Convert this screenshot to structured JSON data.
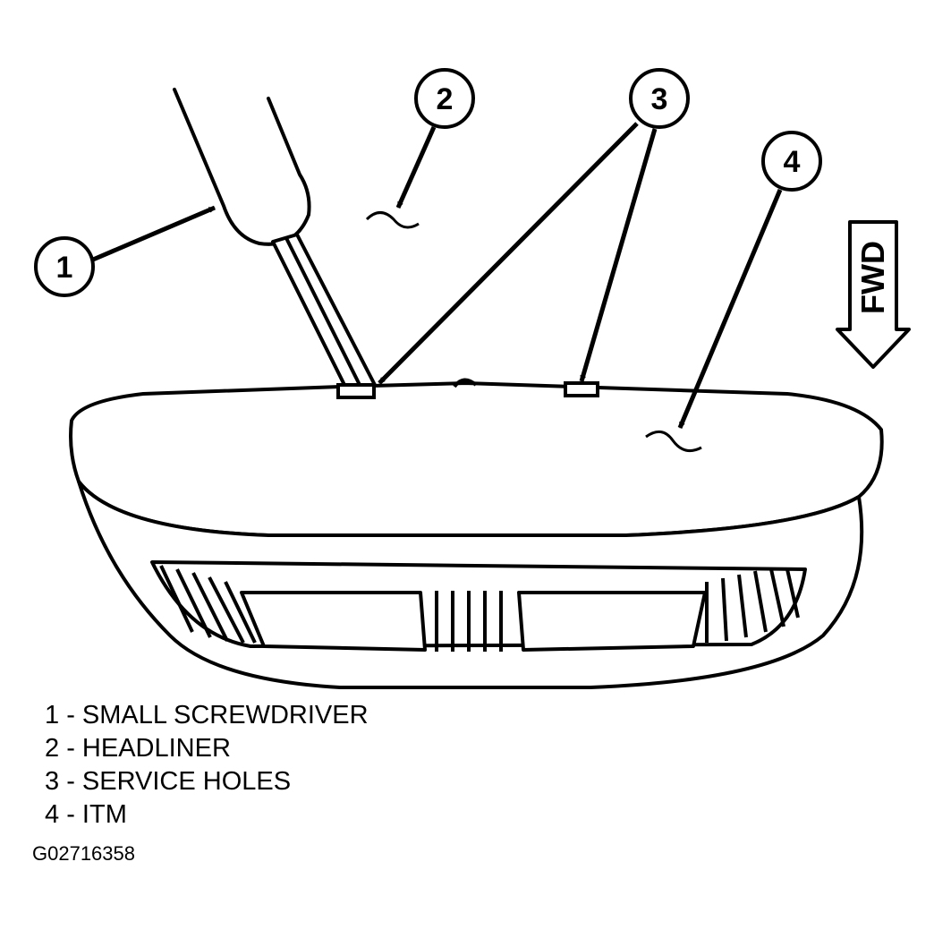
{
  "callouts": [
    {
      "number": "1",
      "label": "SMALL SCREWDRIVER"
    },
    {
      "number": "2",
      "label": "HEADLINER"
    },
    {
      "number": "3",
      "label": "SERVICE HOLES"
    },
    {
      "number": "4",
      "label": "ITM"
    }
  ],
  "direction_label": "FWD",
  "figure_id": "G02716358",
  "legend_separator": " - "
}
